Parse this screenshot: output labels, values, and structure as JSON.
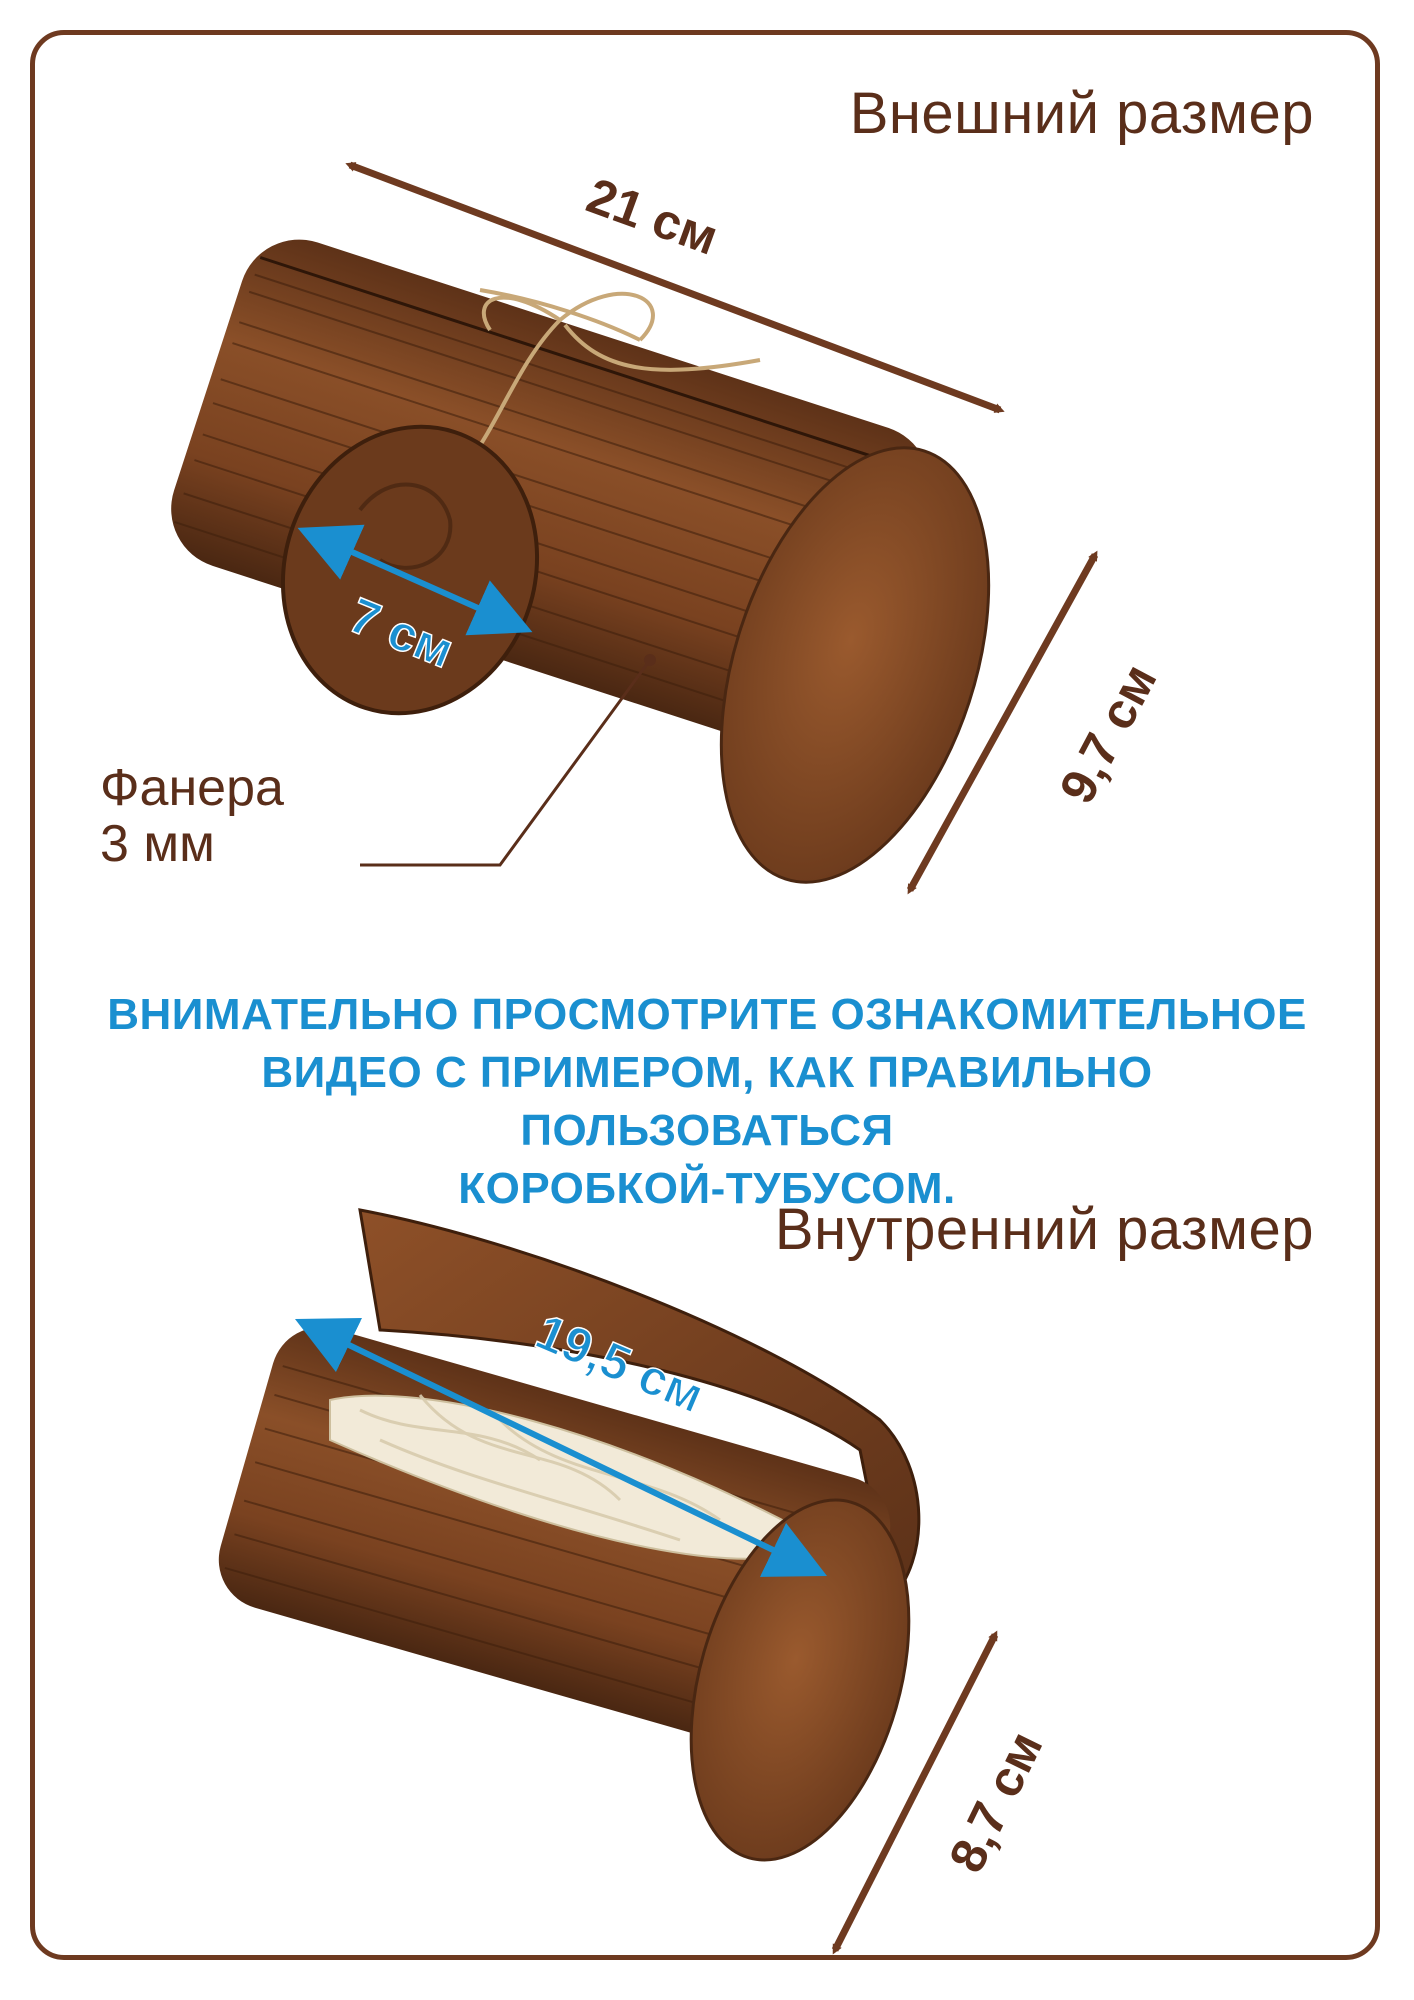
{
  "outer": {
    "title": "Внешний размер",
    "length_label": "21 см",
    "diameter_label": "9,7 см",
    "tag_label": "7 см",
    "material_line1": "Фанера",
    "material_line2": "3 мм"
  },
  "notice": {
    "line1": "ВНИМАТЕЛЬНО ПРОСМОТРИТЕ ОЗНАКОМИТЕЛЬНОЕ",
    "line2": "ВИДЕО С ПРИМЕРОМ, КАК ПРАВИЛЬНО ПОЛЬЗОВАТЬСЯ",
    "line3": "КОРОБКОЙ-ТУБУСОМ."
  },
  "inner": {
    "title": "Внутренний размер",
    "length_label": "19,5 см",
    "diameter_label": "8,7 см"
  },
  "colors": {
    "frame": "#6e3a20",
    "dimension_arrow": "#6e3a20",
    "notice_text": "#1a8fd0",
    "wood": "#7a4220"
  }
}
